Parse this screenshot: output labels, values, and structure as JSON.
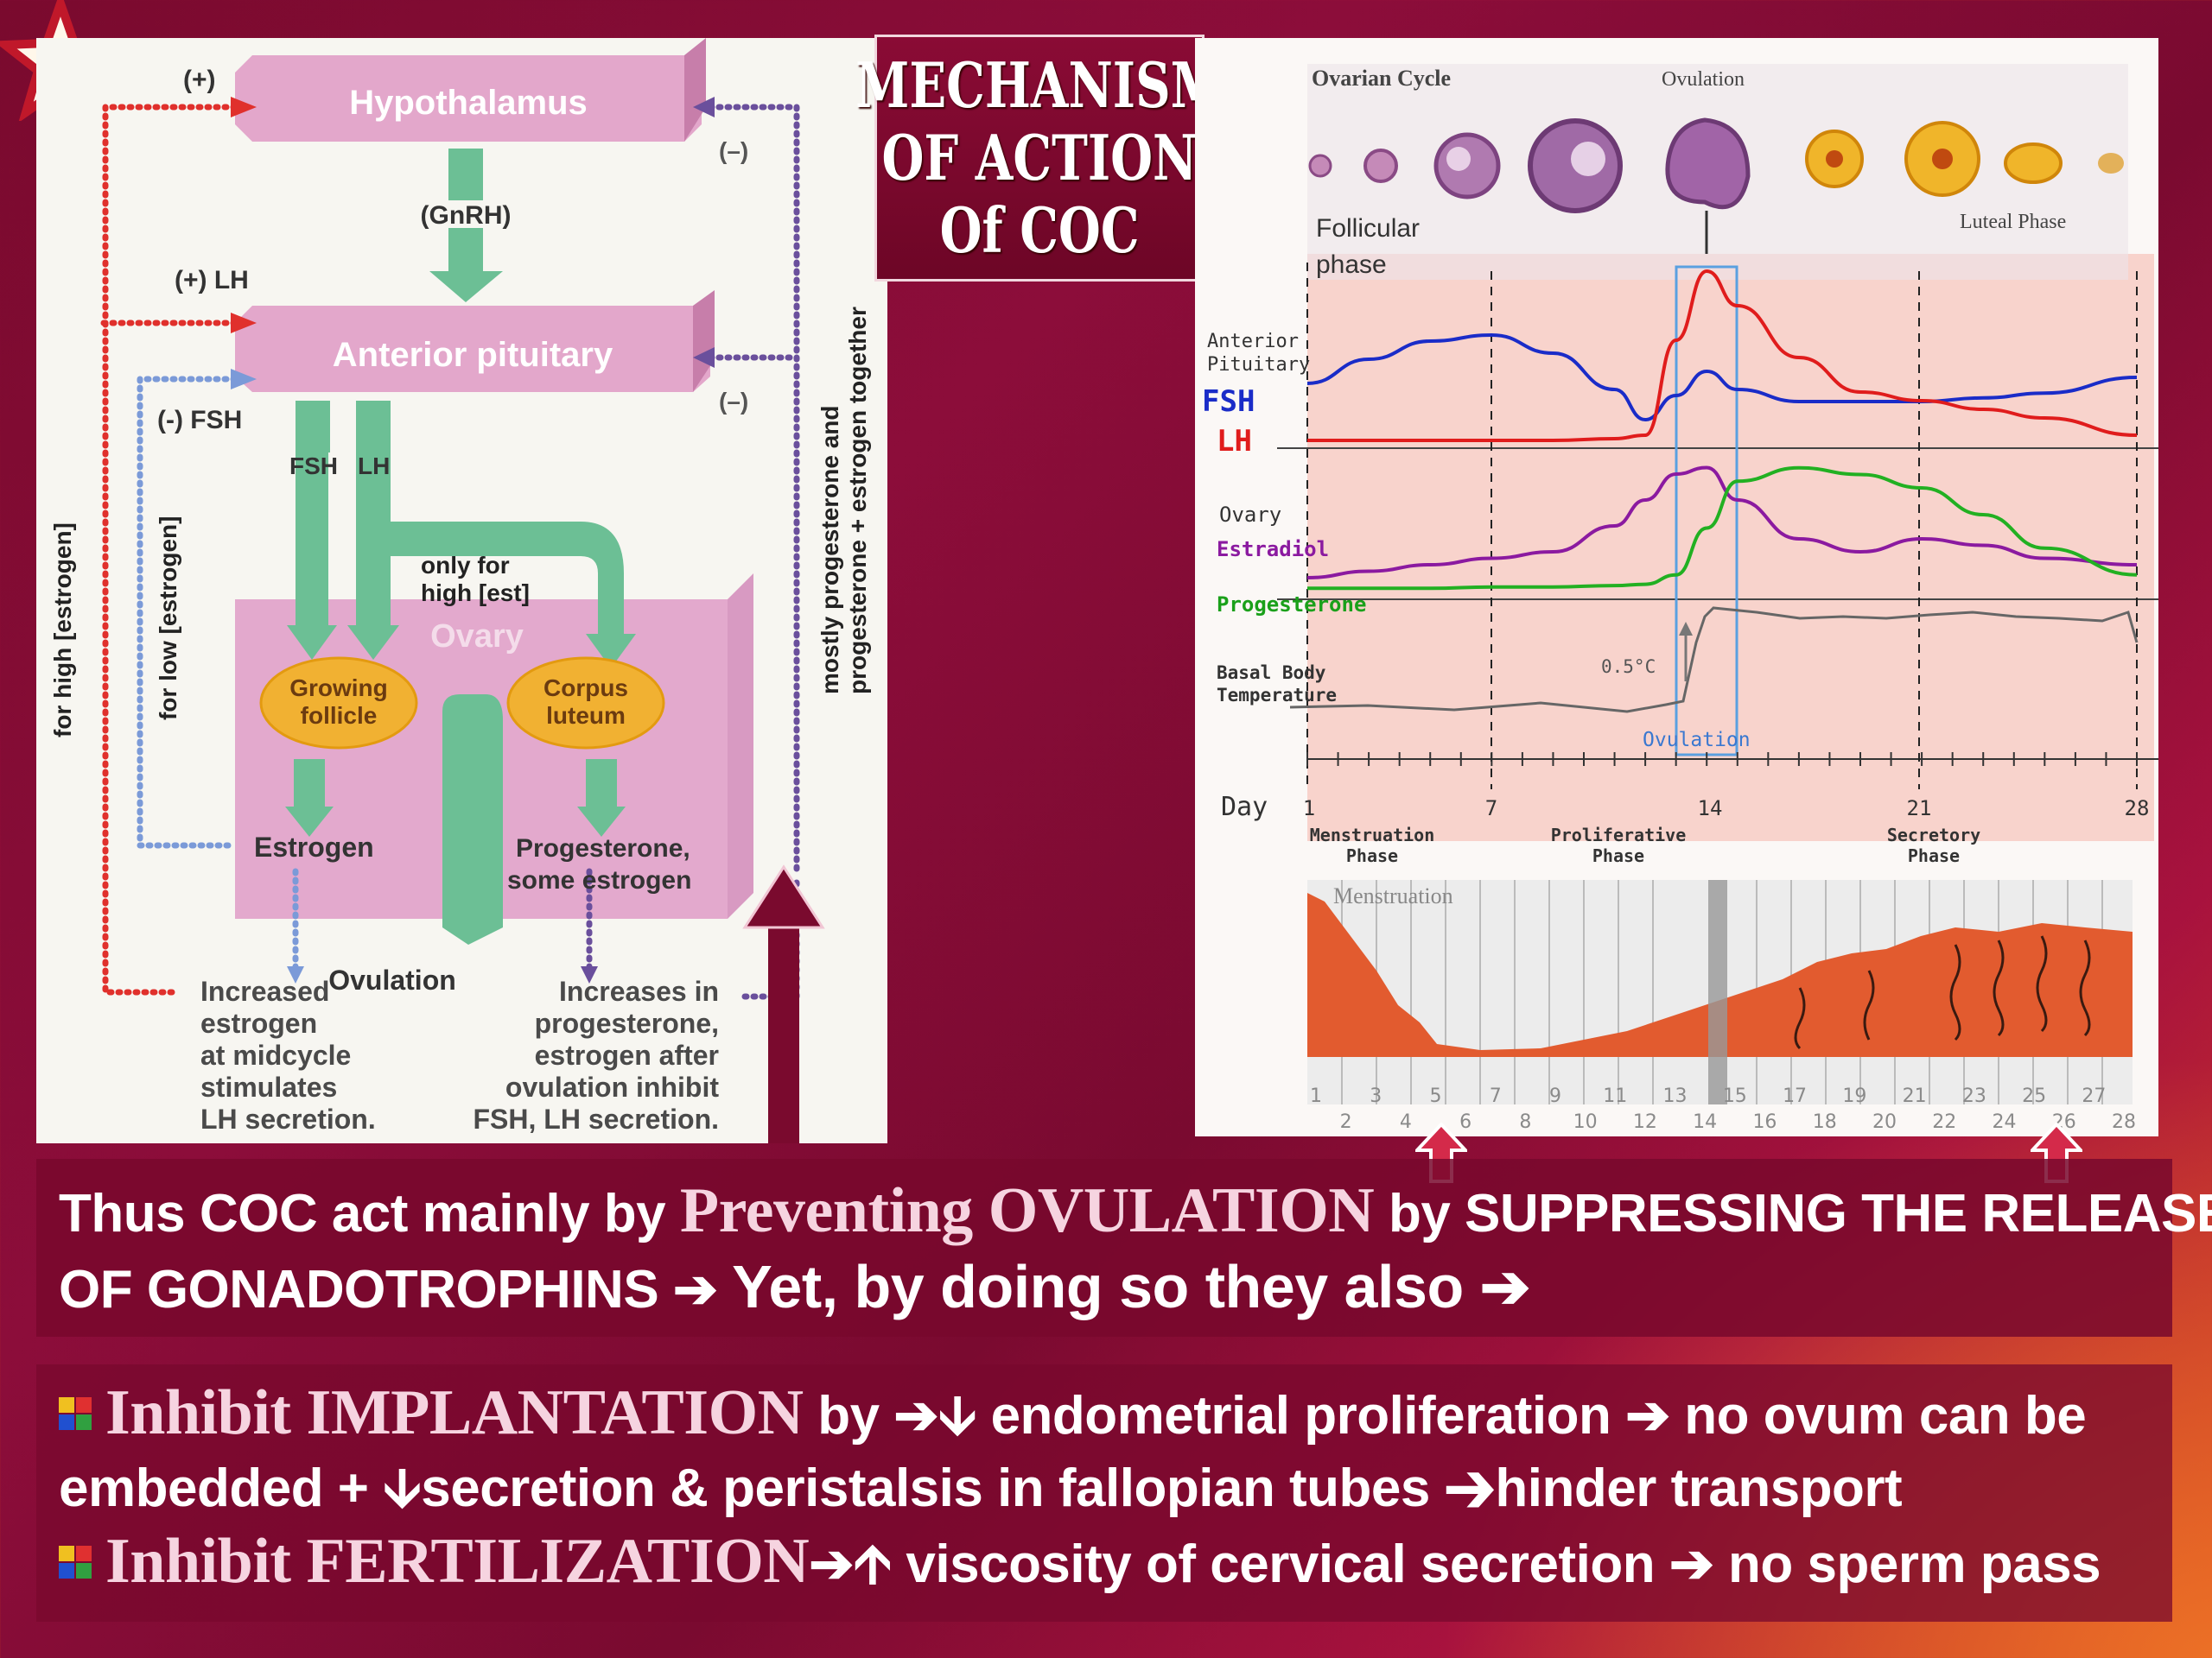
{
  "title": {
    "line1": "MECHANISM",
    "line2": "OF ACTION",
    "line3": "Of COC"
  },
  "left_diagram": {
    "hypothalamus": "Hypothalamus",
    "gnrh": "(GnRH)",
    "anterior_pituitary": "Anterior pituitary",
    "plus": "(+)",
    "plus_lh": "(+) LH",
    "minus_fsh": "(-) FSH",
    "minus1": "(–)",
    "minus2": "(–)",
    "fsh": "FSH",
    "lh": "LH",
    "only_for": "only for",
    "high_est": "high [est]",
    "ovary": "Ovary",
    "growing1": "Growing",
    "growing2": "follicle",
    "corpus1": "Corpus",
    "corpus2": "luteum",
    "estrogen": "Estrogen",
    "progesterone1": "Progesterone,",
    "progesterone2": "some estrogen",
    "ovulation": "Ovulation",
    "increased": [
      "Increased",
      "estrogen",
      "at midcycle",
      "stimulates",
      "LH secretion."
    ],
    "increases": [
      "Increases in",
      "progesterone,",
      "estrogen after",
      "ovulation inhibit",
      "FSH, LH secretion."
    ],
    "for_high": "for high [estrogen]",
    "for_low": "for low [estrogen]",
    "mostly1": "mostly progesterone and",
    "mostly2": "progesterone + estrogen together"
  },
  "right_chart": {
    "ovarian_cycle": "Ovarian Cycle",
    "ovulation_top": "Ovulation",
    "follicular": "Follicular",
    "phase": "phase",
    "luteal": "Luteal Phase",
    "anterior": "Anterior",
    "pituitary": "Pituitary",
    "fsh": "FSH",
    "lh": "LH",
    "ovary": "Ovary",
    "estradiol": "Estradiol",
    "progesterone": "Progesterone",
    "bbt1": "Basal Body",
    "bbt2": "Temperature",
    "temp_delta": "0.5°C",
    "ovulation_label": "Ovulation",
    "day": "Day",
    "days": [
      "1",
      "7",
      "14",
      "21",
      "28"
    ],
    "phase_a1": "Menstruation",
    "phase_a2": "Phase",
    "phase_b1": "Proliferative",
    "phase_b2": "Phase",
    "phase_c1": "Secretory",
    "phase_c2": "Phase",
    "menstruation_band": "Menstruation",
    "bottom_days_top": [
      "1",
      "3",
      "5",
      "7",
      "9",
      "11",
      "13",
      "15",
      "17",
      "19",
      "21",
      "23",
      "25",
      "27"
    ],
    "bottom_days_bottom": [
      "2",
      "4",
      "6",
      "8",
      "10",
      "12",
      "14",
      "16",
      "18",
      "20",
      "22",
      "24",
      "26",
      "28"
    ]
  },
  "chart_data": {
    "type": "line",
    "xlabel": "Day",
    "x": [
      1,
      3,
      5,
      7,
      9,
      11,
      12,
      13,
      14,
      15,
      17,
      19,
      21,
      23,
      25,
      28
    ],
    "xlim": [
      1,
      28
    ],
    "series": [
      {
        "name": "FSH",
        "values": [
          0.5,
          0.7,
          0.85,
          0.9,
          0.75,
          0.45,
          0.2,
          0.4,
          0.6,
          0.45,
          0.35,
          0.35,
          0.35,
          0.38,
          0.42,
          0.55
        ]
      },
      {
        "name": "LH",
        "values": [
          0.02,
          0.02,
          0.02,
          0.02,
          0.02,
          0.03,
          0.05,
          0.6,
          1.0,
          0.8,
          0.5,
          0.3,
          0.25,
          0.2,
          0.15,
          0.05
        ]
      },
      {
        "name": "Estradiol",
        "values": [
          0.1,
          0.15,
          0.2,
          0.25,
          0.3,
          0.5,
          0.7,
          0.9,
          0.95,
          0.7,
          0.4,
          0.3,
          0.4,
          0.35,
          0.25,
          0.2
        ]
      },
      {
        "name": "Progesterone",
        "values": [
          0.05,
          0.05,
          0.05,
          0.06,
          0.06,
          0.07,
          0.08,
          0.15,
          0.5,
          0.85,
          0.95,
          0.9,
          0.8,
          0.6,
          0.35,
          0.15
        ]
      }
    ]
  },
  "text1": {
    "a": "Thus COC act mainly by ",
    "b": "Preventing OVULATION",
    "c": " by SUPPRESSING THE RELEASE",
    "d": "OF GONADOTROPHINS ➔ ",
    "e": "Yet, by doing so they also ➔"
  },
  "text2": {
    "b1": "Inhibit  IMPLANTATION",
    "l1": " by ➔🡫 endometrial proliferation ➔ no ovum can be",
    "l2": "embedded + 🡫secretion & peristalsis in fallopian tubes ➔hinder transport",
    "b2": "Inhibit FERTILIZATION",
    "l3": "➔🡩 viscosity of cervical secretion ➔ no sperm pass"
  }
}
